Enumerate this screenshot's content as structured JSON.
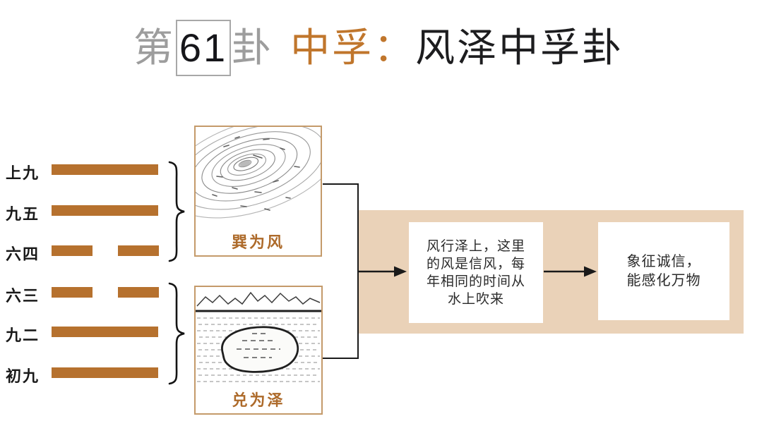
{
  "title": {
    "prefix": "第",
    "number": "61",
    "suffix": "卦",
    "gua_name": "中孚：",
    "description": "风泽中孚卦"
  },
  "hexagram": {
    "lines": [
      {
        "label": "上九",
        "type": "yang"
      },
      {
        "label": "九五",
        "type": "yang"
      },
      {
        "label": "六四",
        "type": "yin"
      },
      {
        "label": "六三",
        "type": "yin"
      },
      {
        "label": "九二",
        "type": "yang"
      },
      {
        "label": "初九",
        "type": "yang"
      }
    ]
  },
  "trigrams": {
    "upper": {
      "label": "巽为风",
      "icon": "wind-spiral-sketch"
    },
    "lower": {
      "label": "兑为泽",
      "icon": "lake-mountains-sketch"
    }
  },
  "flow": {
    "explanation_lines": [
      "风行泽上，这里",
      "的风是信风，每",
      "年相同的时间从",
      "水上吹来"
    ],
    "meaning_lines": [
      "象征诚信，",
      "能感化万物"
    ]
  },
  "colors": {
    "bar": "#b6712e",
    "band": "#ead2b8",
    "trigram_label": "#ad6a2a",
    "title_accent": "#c0762c",
    "title_muted": "#9d9d9d",
    "ink": "#1a1a1a",
    "ink_strong": "#1d1d1f",
    "box_border": "#c49a6a"
  }
}
